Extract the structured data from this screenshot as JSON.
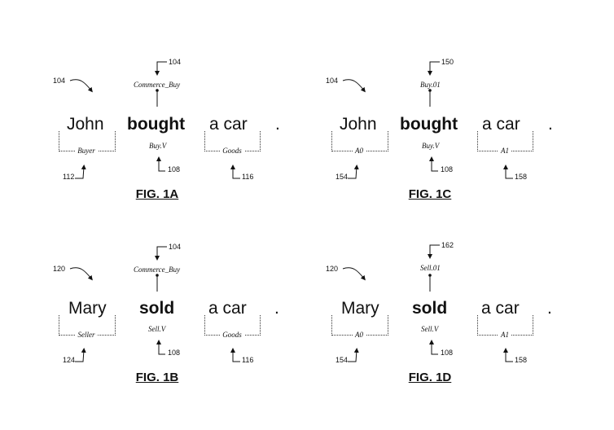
{
  "figures": [
    {
      "id": "1A",
      "caption": "FIG. 1A",
      "sentence_ref": "104",
      "frame_ref": "104",
      "frame_label": "Commerce_Buy",
      "words": {
        "subject": "John",
        "verb": "bought",
        "object": "a car",
        "punct": "."
      },
      "predicate_label": "Buy.V",
      "predicate_ref": "108",
      "subject_role": "Buyer",
      "subject_ref": "112",
      "object_role": "Goods",
      "object_ref": "116"
    },
    {
      "id": "1C",
      "caption": "FIG. 1C",
      "sentence_ref": "104",
      "frame_ref": "150",
      "frame_label": "Buy.01",
      "words": {
        "subject": "John",
        "verb": "bought",
        "object": "a car",
        "punct": "."
      },
      "predicate_label": "Buy.V",
      "predicate_ref": "108",
      "subject_role": "A0",
      "subject_ref": "154",
      "object_role": "A1",
      "object_ref": "158"
    },
    {
      "id": "1B",
      "caption": "FIG. 1B",
      "sentence_ref": "120",
      "frame_ref": "104",
      "frame_label": "Commerce_Buy",
      "words": {
        "subject": "Mary",
        "verb": "sold",
        "object": "a car",
        "punct": "."
      },
      "predicate_label": "Sell.V",
      "predicate_ref": "108",
      "subject_role": "Seller",
      "subject_ref": "124",
      "object_role": "Goods",
      "object_ref": "116"
    },
    {
      "id": "1D",
      "caption": "FIG. 1D",
      "sentence_ref": "120",
      "frame_ref": "162",
      "frame_label": "Sell.01",
      "words": {
        "subject": "Mary",
        "verb": "sold",
        "object": "a car",
        "punct": "."
      },
      "predicate_label": "Sell.V",
      "predicate_ref": "108",
      "subject_role": "A0",
      "subject_ref": "154",
      "object_role": "A1",
      "object_ref": "158"
    }
  ]
}
